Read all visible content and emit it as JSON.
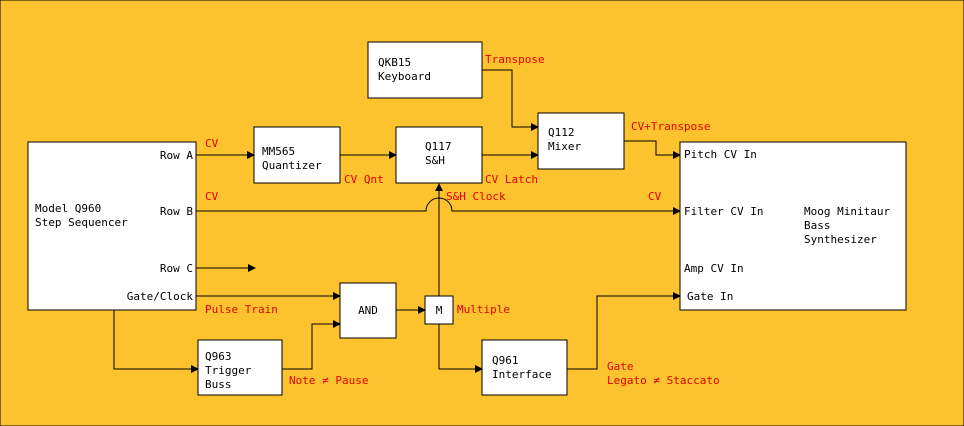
{
  "colors": {
    "background": "#fcc32e",
    "box_fill": "#ffffff",
    "line": "#000000",
    "signal_label": "#e00000"
  },
  "boxes": {
    "sequencer": {
      "line1": "Model Q960",
      "line2": "Step Sequencer",
      "row_a": "Row A",
      "row_b": "Row B",
      "row_c": "Row C",
      "gate_clock": "Gate/Clock"
    },
    "keyboard": {
      "line1": "QKB15",
      "line2": "Keyboard"
    },
    "quantizer": {
      "line1": "MM565",
      "line2": "Quantizer"
    },
    "sample_hold": {
      "line1": "Q117",
      "line2": "S&H"
    },
    "mixer": {
      "line1": "Q112",
      "line2": "Mixer"
    },
    "and_gate": {
      "label": "AND"
    },
    "multiple": {
      "label": "M"
    },
    "trigger_buss": {
      "line1": "Q963",
      "line2": "Trigger",
      "line3": "Buss"
    },
    "interface": {
      "line1": "Q961",
      "line2": "Interface"
    },
    "synth": {
      "pitch_cv": "Pitch CV In",
      "filter_cv": "Filter CV In",
      "amp_cv": "Amp CV In",
      "gate_in": "Gate In",
      "line1": "Moog Minitaur",
      "line2": "Bass",
      "line3": "Synthesizer"
    }
  },
  "signals": {
    "cv_row_a": "CV",
    "cv_row_b": "CV",
    "cv_filter": "CV",
    "transpose": "Transpose",
    "cv_transpose": "CV+Transpose",
    "cv_qnt": "CV Qnt",
    "cv_latch": "CV Latch",
    "sh_clock": "S&H Clock",
    "pulse_train": "Pulse Train",
    "multiple": "Multiple",
    "note_pause": "Note ≠ Pause",
    "gate": "Gate",
    "legato_staccato": "Legato ≠ Staccato"
  }
}
